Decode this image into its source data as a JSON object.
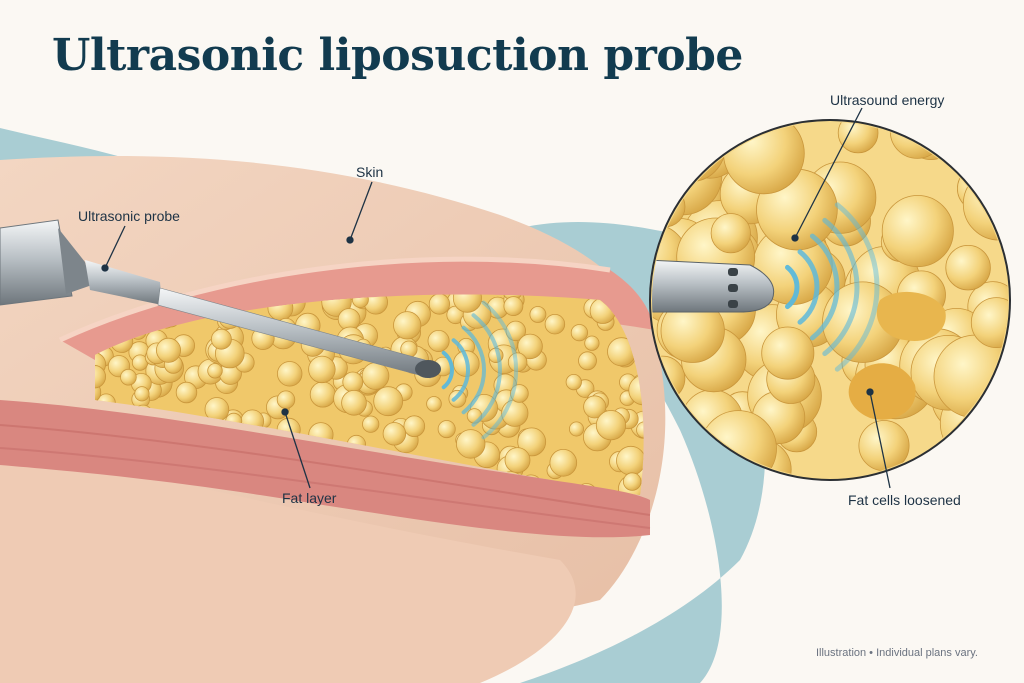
{
  "title": "Ultrasonic liposuction probe",
  "labels": {
    "skin": "Skin",
    "probe": "Ultrasonic probe",
    "fat_layer": "Fat layer",
    "energy": "Ultrasound energy",
    "loosened": "Fat cells loosened"
  },
  "footnote": "Illustration • Individual plans vary.",
  "colors": {
    "title": "#123b4f",
    "drape": "#a9cdd3",
    "skin": "#f0cdb6",
    "dermis": "#e79a8f",
    "fat": "#f3d27a",
    "muscle": "#d98780",
    "wave": "#5ab8dc",
    "probe": "#9aa2a8"
  }
}
